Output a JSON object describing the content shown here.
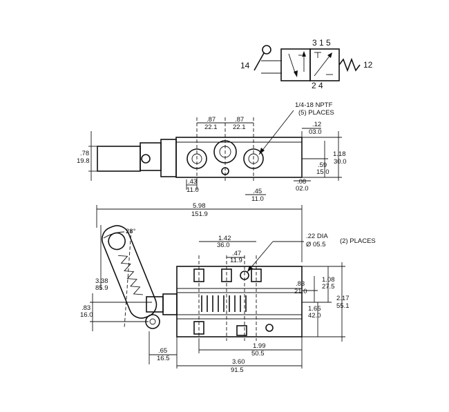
{
  "symbol": {
    "ports_top": "3 1 5",
    "ports_bottom": "2 4",
    "left_port": "14",
    "right_port": "12"
  },
  "top_view": {
    "note": "1/4-18 NPTF",
    "note_places": "(5) PLACES",
    "d_87a_in": ".87",
    "d_87a_mm": "22.1",
    "d_87b_in": ".87",
    "d_87b_mm": "22.1",
    "d_12_in": ".12",
    "d_12_mm": "03.0",
    "d_78_in": ".78",
    "d_78_mm": "19.8",
    "d_118_in": "1.18",
    "d_118_mm": "30.0",
    "d_59_in": ".59",
    "d_59_mm": "15.0",
    "d_08_in": ".08",
    "d_08_mm": "02.0",
    "d_43_in": ".43",
    "d_43_mm": "11.0",
    "d_45_in": ".45",
    "d_45_mm": "11.0"
  },
  "front_view": {
    "d_598_in": "5.98",
    "d_598_mm": "151.9",
    "angle": "28°",
    "d_142_in": "1.42",
    "d_142_mm": "36.0",
    "d_47_in": ".47",
    "d_47_mm": "11.9",
    "hole_dia": ".22 DIA",
    "hole_mm": "Ø 05.5",
    "hole_places": "(2) PLACES",
    "d_338_in": "3.38",
    "d_338_mm": "85.9",
    "d_83a_in": ".83",
    "d_83a_mm": "21.0",
    "d_108_in": "1.08",
    "d_108_mm": "27.5",
    "d_217_in": "2.17",
    "d_217_mm": "55.1",
    "d_83b_in": ".83",
    "d_83b_mm": "16.0",
    "d_165_in": "1.65",
    "d_165_mm": "42.0",
    "d_65_in": ".65",
    "d_65_mm": "16.5",
    "d_199_in": "1.99",
    "d_199_mm": "50.5",
    "d_360_in": "3.60",
    "d_360_mm": "91.5"
  }
}
